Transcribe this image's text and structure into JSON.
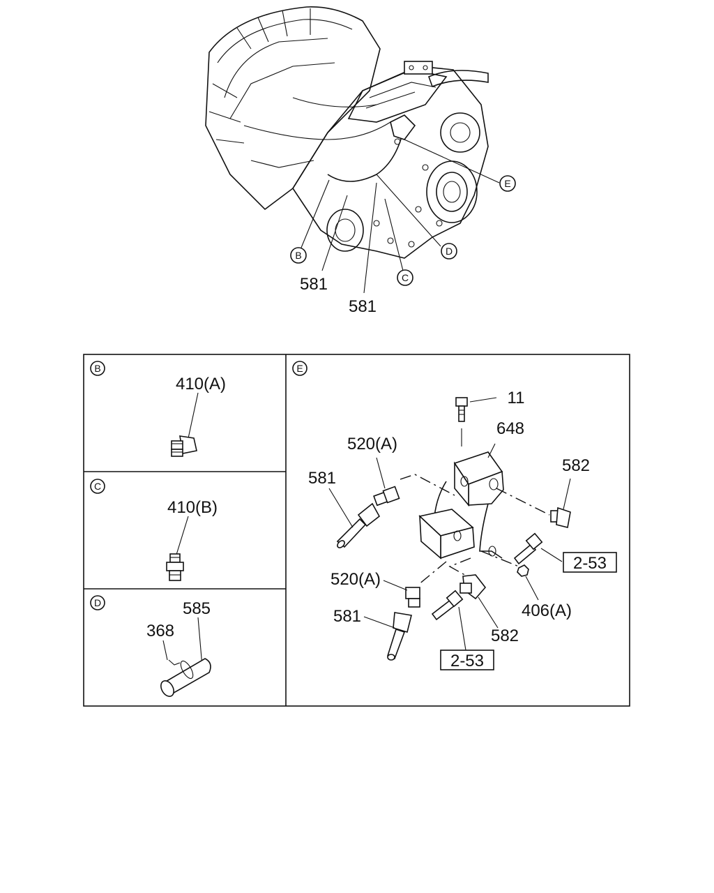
{
  "callouts": {
    "B": "B",
    "C": "C",
    "D": "D",
    "E": "E"
  },
  "overview_labels": {
    "l581a": "581",
    "l581b": "581"
  },
  "panel_b": {
    "callout": "B",
    "part": "410(A)"
  },
  "panel_c": {
    "callout": "C",
    "part": "410(B)"
  },
  "panel_d": {
    "callout": "D",
    "part_585": "585",
    "part_368": "368"
  },
  "panel_e": {
    "callout": "E",
    "p11": "11",
    "p648": "648",
    "p520a_top": "520(A)",
    "p581_top": "581",
    "p582_right": "582",
    "ref_right": "2-53",
    "p520a_bottom": "520(A)",
    "p406a": "406(A)",
    "p581_bottom": "581",
    "p582_bottom": "582",
    "ref_bottom": "2-53"
  }
}
